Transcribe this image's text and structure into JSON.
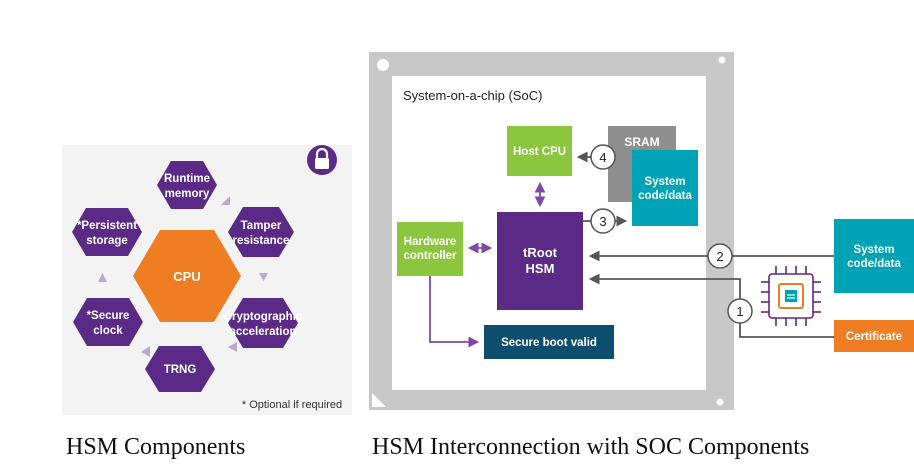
{
  "hsm_components": {
    "lock_icon": "lock-icon",
    "center": "CPU",
    "items": [
      {
        "lines": [
          "Runtime",
          "memory"
        ]
      },
      {
        "lines": [
          "Tamper",
          "resistance"
        ]
      },
      {
        "lines": [
          "Cryptographic",
          "acceleration"
        ]
      },
      {
        "lines": [
          "TRNG"
        ]
      },
      {
        "lines": [
          "*Secure",
          "clock"
        ]
      },
      {
        "lines": [
          "*Persistent",
          "storage"
        ]
      }
    ],
    "footnote": "* Optional if required",
    "colors": {
      "hex": "#5b2a86",
      "center": "#ef7d22",
      "arrow": "#b9a8cf"
    }
  },
  "soc": {
    "title": "System-on-a-chip (SoC)",
    "host_cpu": "Host CPU",
    "sram": "SRAM",
    "system_code_inner": [
      "System",
      "code/data"
    ],
    "hardware_controller": [
      "Hardware",
      "controller"
    ],
    "troot": [
      "tRoot",
      "HSM"
    ],
    "secure_boot": "Secure boot valid",
    "system_code_outer": [
      "System",
      "code/data"
    ],
    "certificate": "Certificate",
    "steps": [
      "1",
      "2",
      "3",
      "4"
    ],
    "chip_icon": "chip-icon",
    "colors": {
      "green": "#8cc63f",
      "purple": "#5b2a86",
      "teal": "#00a2b5",
      "navy": "#0d4d6e",
      "gray": "#8e8e8e",
      "orange": "#ef7d22",
      "frame": "#c8c8c8"
    }
  },
  "captions": {
    "left": "HSM Components",
    "right": "HSM Interconnection with SOC Components"
  }
}
